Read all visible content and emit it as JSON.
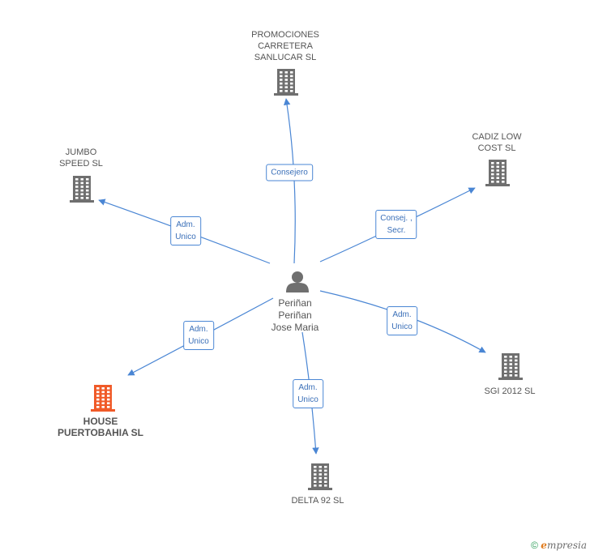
{
  "center": {
    "name": "Periñan\nPeriñan\nJose Maria",
    "icon": "person-icon"
  },
  "companies": [
    {
      "id": "promociones",
      "label": "PROMOCIONES\nCARRETERA\nSANLUCAR SL",
      "relation": "Consejero",
      "icon": "building-icon",
      "highlight": false
    },
    {
      "id": "jumbo",
      "label": "JUMBO\nSPEED SL",
      "relation": "Adm.\nUnico",
      "icon": "building-icon",
      "highlight": false
    },
    {
      "id": "cadiz",
      "label": "CADIZ LOW\nCOST  SL",
      "relation": "Consej. ,\nSecr.",
      "icon": "building-icon",
      "highlight": false
    },
    {
      "id": "sgi",
      "label": "SGI 2012 SL",
      "relation": "Adm.\nUnico",
      "icon": "building-icon",
      "highlight": false
    },
    {
      "id": "delta",
      "label": "DELTA 92 SL",
      "relation": "Adm.\nUnico",
      "icon": "building-icon",
      "highlight": false
    },
    {
      "id": "house",
      "label": "HOUSE\nPUERTOBAHIA SL",
      "relation": "Adm.\nUnico",
      "icon": "building-icon",
      "highlight": true
    }
  ],
  "colors": {
    "edge": "#4a86d4",
    "building": "#6f6f6f",
    "building_highlight": "#f05a28",
    "person": "#6f6f6f"
  },
  "footer": {
    "copyright": "©",
    "brand_initial": "e",
    "brand_rest": "mpresia"
  }
}
